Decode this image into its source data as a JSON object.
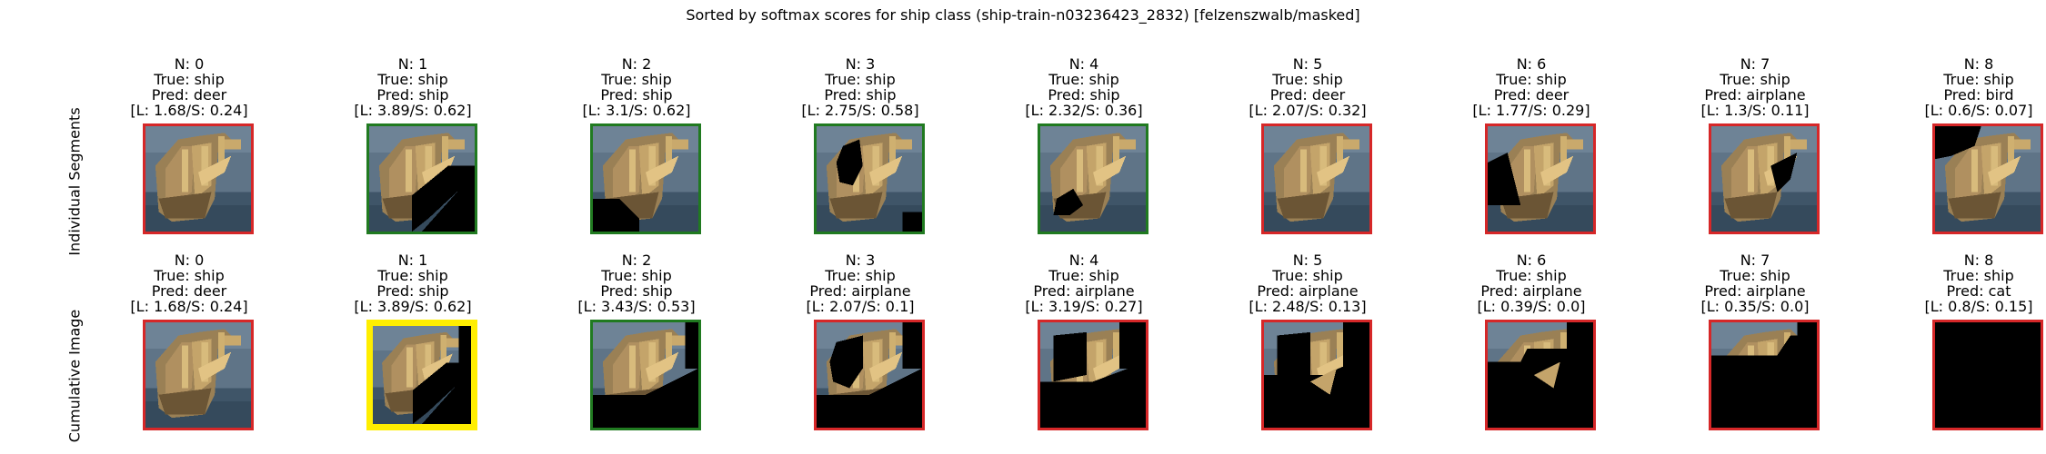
{
  "title": "Sorted by softmax scores for ship class (ship-train-n03236423_2832) [felzenszwalb/masked]",
  "rows": [
    {
      "label": "Individual Segments",
      "cells": [
        {
          "n": "N: 0",
          "truth": "True: ship",
          "pred": "Pred: deer",
          "score": "[L: 1.68/S: 0.24]",
          "border": "#d62728",
          "mask": "none"
        },
        {
          "n": "N: 1",
          "truth": "True: ship",
          "pred": "Pred: ship",
          "score": "[L: 3.89/S: 0.62]",
          "border": "#207a20",
          "mask": "br-wedge"
        },
        {
          "n": "N: 2",
          "truth": "True: ship",
          "pred": "Pred: ship",
          "score": "[L: 3.1/S: 0.62]",
          "border": "#207a20",
          "mask": "bl-corner"
        },
        {
          "n": "N: 3",
          "truth": "True: ship",
          "pred": "Pred: ship",
          "score": "[L: 2.75/S: 0.58]",
          "border": "#207a20",
          "mask": "center-hole"
        },
        {
          "n": "N: 4",
          "truth": "True: ship",
          "pred": "Pred: ship",
          "score": "[L: 2.32/S: 0.36]",
          "border": "#207a20",
          "mask": "low-blob"
        },
        {
          "n": "N: 5",
          "truth": "True: ship",
          "pred": "Pred: deer",
          "score": "[L: 2.07/S: 0.32]",
          "border": "#d62728",
          "mask": "tiny"
        },
        {
          "n": "N: 6",
          "truth": "True: ship",
          "pred": "Pred: deer",
          "score": "[L: 1.77/S: 0.29]",
          "border": "#d62728",
          "mask": "left-band"
        },
        {
          "n": "N: 7",
          "truth": "True: ship",
          "pred": "Pred: airplane",
          "score": "[L: 1.3/S: 0.11]",
          "border": "#d62728",
          "mask": "mid-right"
        },
        {
          "n": "N: 8",
          "truth": "True: ship",
          "pred": "Pred: bird",
          "score": "[L: 0.6/S: 0.07]",
          "border": "#d62728",
          "mask": "top-left"
        }
      ]
    },
    {
      "label": "Cumulative Image",
      "cells": [
        {
          "n": "N: 0",
          "truth": "True: ship",
          "pred": "Pred: deer",
          "score": "[L: 1.68/S: 0.24]",
          "border": "#d62728",
          "mask": "none"
        },
        {
          "n": "N: 1",
          "truth": "True: ship",
          "pred": "Pred: ship",
          "score": "[L: 3.89/S: 0.62]",
          "border": "#ffee00",
          "mask": "cum1"
        },
        {
          "n": "N: 2",
          "truth": "True: ship",
          "pred": "Pred: ship",
          "score": "[L: 3.43/S: 0.53]",
          "border": "#207a20",
          "mask": "cum2"
        },
        {
          "n": "N: 3",
          "truth": "True: ship",
          "pred": "Pred: airplane",
          "score": "[L: 2.07/S: 0.1]",
          "border": "#d62728",
          "mask": "cum3"
        },
        {
          "n": "N: 4",
          "truth": "True: ship",
          "pred": "Pred: airplane",
          "score": "[L: 3.19/S: 0.27]",
          "border": "#d62728",
          "mask": "cum4"
        },
        {
          "n": "N: 5",
          "truth": "True: ship",
          "pred": "Pred: airplane",
          "score": "[L: 2.48/S: 0.13]",
          "border": "#d62728",
          "mask": "cum5"
        },
        {
          "n": "N: 6",
          "truth": "True: ship",
          "pred": "Pred: airplane",
          "score": "[L: 0.39/S: 0.0]",
          "border": "#d62728",
          "mask": "cum6"
        },
        {
          "n": "N: 7",
          "truth": "True: ship",
          "pred": "Pred: airplane",
          "score": "[L: 0.35/S: 0.0]",
          "border": "#d62728",
          "mask": "cum7"
        },
        {
          "n": "N: 8",
          "truth": "True: ship",
          "pred": "Pred: cat",
          "score": "[L: 0.8/S: 0.15]",
          "border": "#d62728",
          "mask": "all"
        }
      ]
    }
  ]
}
